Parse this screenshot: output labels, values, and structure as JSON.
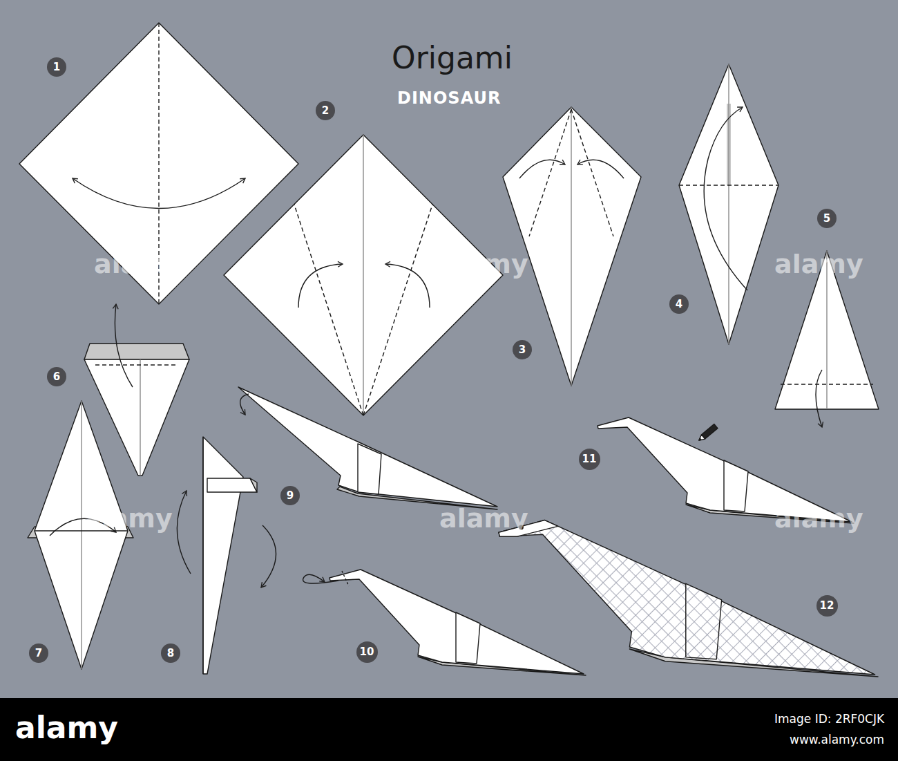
{
  "diagram": {
    "title": "Origami",
    "nodes": [
      {
        "text": [
          "1"
        ]
      },
      {
        "text": [
          "2"
        ]
      },
      {
        "text": [
          "3"
        ]
      },
      {
        "text": [
          "4"
        ]
      },
      {
        "text": [
          "5"
        ]
      },
      {
        "text": [
          "6"
        ]
      },
      {
        "text": [
          "7"
        ]
      },
      {
        "text": [
          "8"
        ]
      },
      {
        "text": [
          "9"
        ]
      },
      {
        "text": [
          "10"
        ]
      },
      {
        "text": [
          "11"
        ]
      },
      {
        "text": [
          "12"
        ]
      }
    ],
    "labels": [
      "DINOSAUR",
      "alamy",
      "alamy",
      "alamy",
      "alamy",
      "alamy",
      "alamy",
      "alamy",
      "Image ID: 2RF0CJK",
      "www.alamy.com"
    ]
  }
}
